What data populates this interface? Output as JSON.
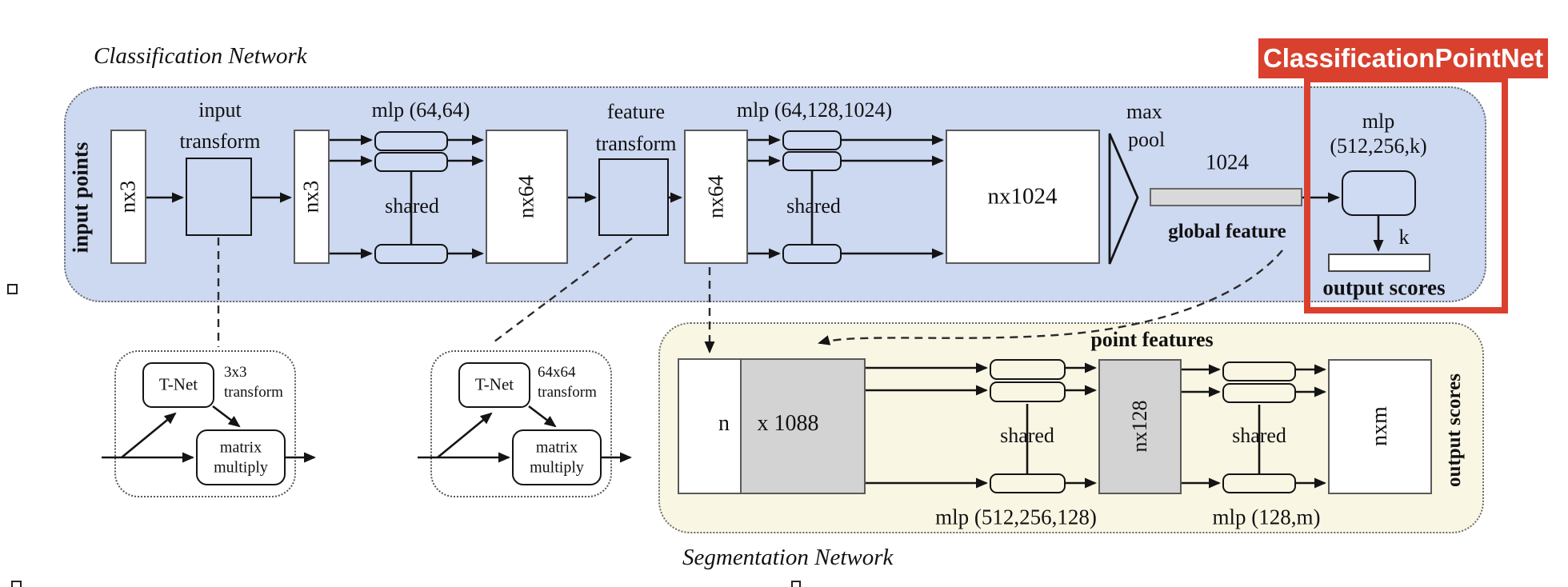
{
  "titles": {
    "classification": "Classification Network",
    "segmentation": "Segmentation Network"
  },
  "badge": {
    "label": "ClassificationPointNet"
  },
  "colors": {
    "classification_fill": "#cdd8f1",
    "segmentation_fill": "#faf6e4",
    "annotation_red": "#d9402e",
    "matrix_gray": "#d3d3d3",
    "global_feature_bar_gray": "#d9d9d9"
  },
  "cls": {
    "input_points": "input points",
    "nx3": "nx3",
    "nx64": "nx64",
    "nx1024": "nx1024",
    "input_transform_l1": "input",
    "input_transform_l2": "transform",
    "feature_transform_l1": "feature",
    "feature_transform_l2": "transform",
    "mlp1": "mlp (64,64)",
    "mlp2": "mlp (64,128,1024)",
    "shared": "shared",
    "max": "max",
    "pool": "pool",
    "vec_1024": "1024",
    "global_feature": "global feature",
    "mlp3_l1": "mlp",
    "mlp3_l2": "(512,256,k)",
    "k": "k",
    "output_scores": "output scores"
  },
  "tnet": {
    "name": "T-Net",
    "t1_size": "3x3",
    "t2_size": "64x64",
    "transform": "transform",
    "matrix": "matrix",
    "multiply": "multiply"
  },
  "seg": {
    "point_features": "point features",
    "n": "n",
    "x1088": "x 1088",
    "shared": "shared",
    "nx128": "nx128",
    "nxm": "nxm",
    "output_scores": "output scores",
    "mlp4": "mlp (512,256,128)",
    "mlp5": "mlp (128,m)"
  }
}
